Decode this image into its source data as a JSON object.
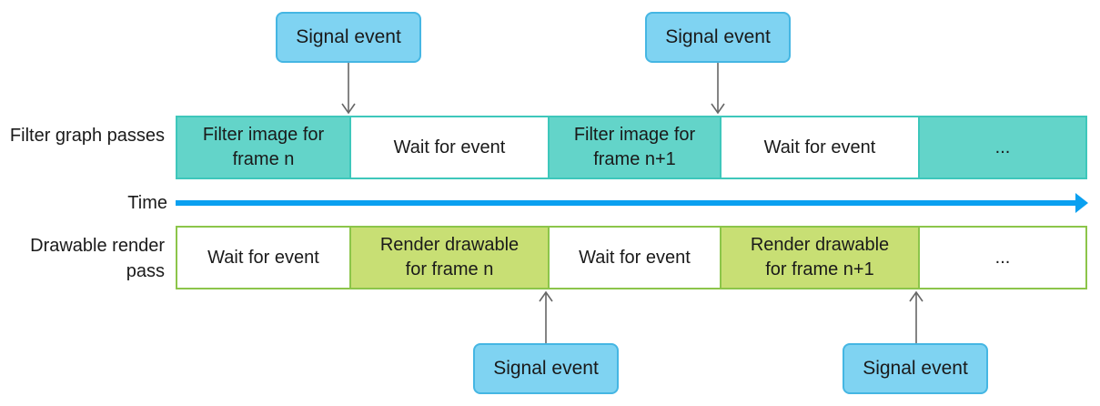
{
  "rows": {
    "filter_label": "Filter graph\npasses",
    "time_label": "Time",
    "drawable_label": "Drawable render\npass"
  },
  "signals": {
    "top_1": "Signal event",
    "top_2": "Signal event",
    "bottom_1": "Signal event",
    "bottom_2": "Signal event"
  },
  "filter_lane": [
    {
      "text": "Filter image for\nframe n",
      "fill": "teal"
    },
    {
      "text": "Wait for event",
      "fill": "white"
    },
    {
      "text": "Filter image for\nframe n+1",
      "fill": "teal"
    },
    {
      "text": "Wait for event",
      "fill": "white"
    },
    {
      "text": "...",
      "fill": "teal"
    }
  ],
  "drawable_lane": [
    {
      "text": "Wait for event",
      "fill": "white"
    },
    {
      "text": "Render drawable\nfor frame n",
      "fill": "green"
    },
    {
      "text": "Wait for event",
      "fill": "white"
    },
    {
      "text": "Render drawable\nfor frame n+1",
      "fill": "green"
    },
    {
      "text": "...",
      "fill": "white"
    }
  ],
  "colors": {
    "signal_fill": "#7fd3f2",
    "filter_fill": "#63d4c9",
    "render_fill": "#c8df74",
    "time_arrow": "#0aa0f0",
    "connector": "#666666"
  }
}
